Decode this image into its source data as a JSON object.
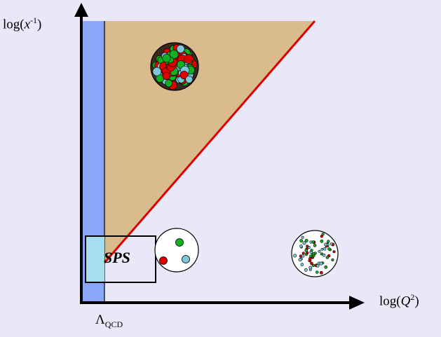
{
  "y_axis": {
    "prefix": "log(",
    "var": "x",
    "exp": "-1",
    "suffix": ")"
  },
  "x_axis": {
    "prefix": "log(",
    "var": "Q",
    "exp": "2",
    "suffix": ")"
  },
  "lambda": {
    "symbol": "Λ",
    "sub": "QCD"
  },
  "box_label": "SPS",
  "colors": {
    "background": "#e8e8f8",
    "strip": "#8aa6f8",
    "triangle": "#d9bb8e",
    "line": "#dd0000",
    "box_fill": "#a6def0",
    "red": "#e00000",
    "green": "#10b020",
    "blue": "#7cc8d8"
  }
}
